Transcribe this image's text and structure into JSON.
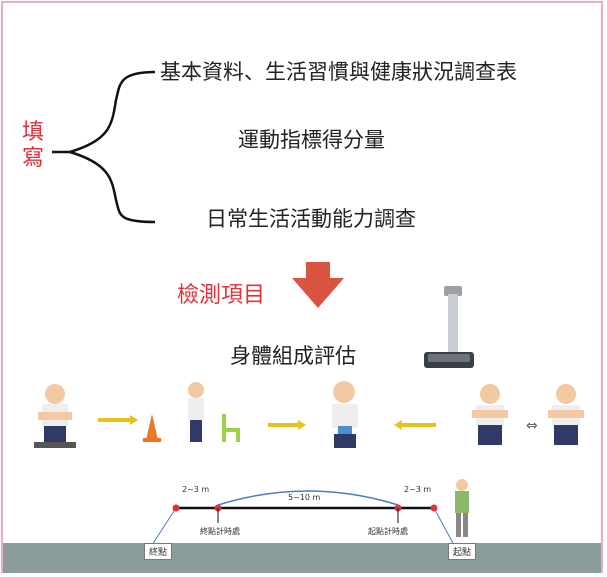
{
  "fill_label": [
    "填",
    "寫"
  ],
  "items": [
    "基本資料、生活習慣與健康狀況調查表",
    "運動指標得分量",
    "日常生活活動能力調查"
  ],
  "detect_label": "檢測項目",
  "body_comp": "身體組成評估",
  "track": {
    "dist_left": "2~3 m",
    "dist_mid": "5~10 m",
    "dist_right": "2~3 m",
    "end_timing": "終點計時處",
    "start_timing": "起點計時處",
    "end_point": "終點",
    "start_point": "起點"
  },
  "colors": {
    "accent_red": "#e0323a",
    "arrow": "#d9543e",
    "frame": "#f0a8c8"
  }
}
